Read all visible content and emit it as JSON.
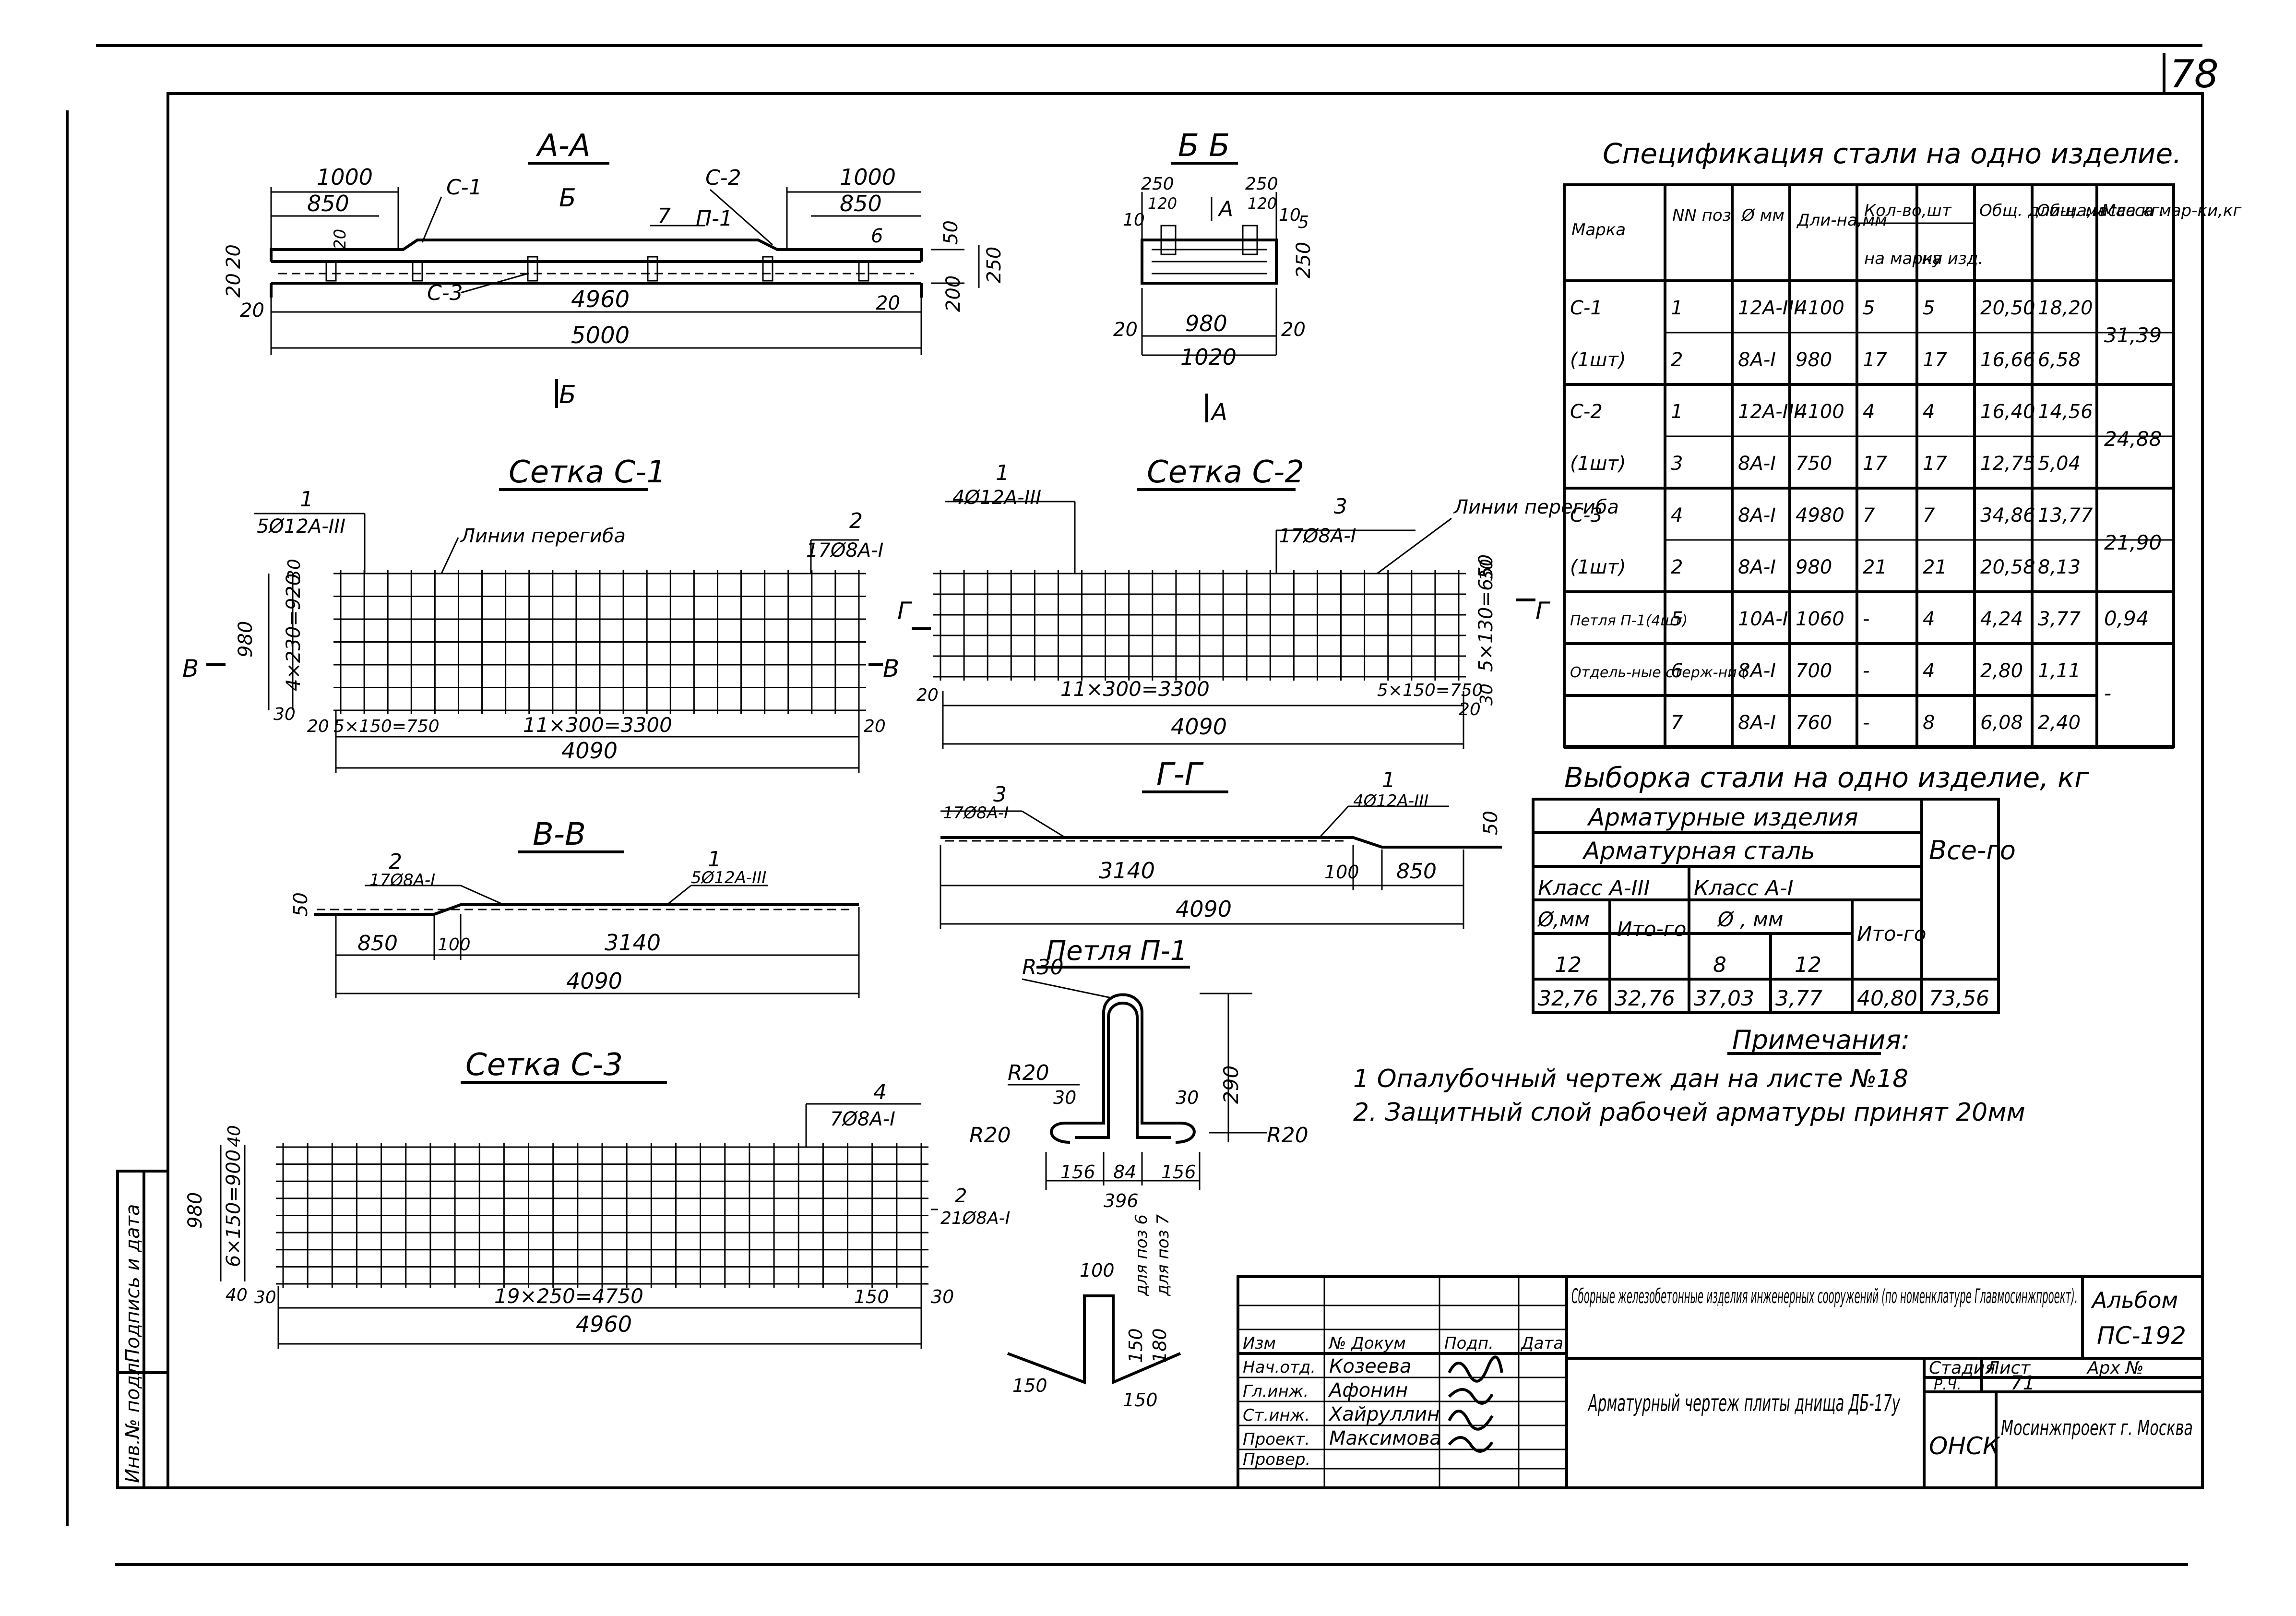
{
  "sheet_number": "78",
  "section_aa": {
    "title": "А-А",
    "dims": [
      "1000",
      "850",
      "1000",
      "850",
      "4960",
      "5000",
      "20",
      "20",
      "20",
      "20",
      "20",
      "50",
      "250",
      "200"
    ],
    "labels": [
      "С-1",
      "С-2",
      "П-1",
      "С-3",
      "Б",
      "Б",
      "7",
      "6"
    ]
  },
  "section_bb": {
    "title": "Б Б",
    "dims": [
      "250",
      "120",
      "250",
      "120",
      "10",
      "10",
      "5",
      "250",
      "980",
      "1020",
      "20",
      "20"
    ],
    "labels": [
      "А",
      "А"
    ]
  },
  "mesh_c1": {
    "title": "Сетка С-1",
    "callouts": [
      "1",
      "5Ø12А-III",
      "2",
      "17Ø8А-I",
      "Линии перегиба"
    ],
    "dims": [
      "30",
      "4×230=920",
      "980",
      "30",
      "20",
      "5×150=750",
      "11×300=3300",
      "20",
      "4090"
    ],
    "cut": "В"
  },
  "mesh_c2": {
    "title": "Сетка С-2",
    "callouts": [
      "1",
      "4Ø12А-III",
      "3",
      "17Ø8А-I",
      "Линии перегиба"
    ],
    "dims": [
      "30",
      "5×130=650",
      "30",
      "20",
      "11×300=3300",
      "5×150=750",
      "20",
      "4090"
    ],
    "cut": "Г"
  },
  "section_vv": {
    "title": "В-В",
    "callouts": [
      "2",
      "17Ø8А-I",
      "1",
      "5Ø12А-III"
    ],
    "dims": [
      "50",
      "850",
      "100",
      "3140",
      "4090"
    ]
  },
  "section_gg": {
    "title": "Г-Г",
    "callouts": [
      "3",
      "17Ø8А-I",
      "1",
      "4Ø12А-III"
    ],
    "dims": [
      "3140",
      "100",
      "850",
      "4090",
      "50"
    ]
  },
  "loop_p1": {
    "title": "Петля П-1",
    "dims": [
      "R30",
      "R20",
      "R20",
      "R20",
      "30",
      "30",
      "290",
      "156",
      "84",
      "156",
      "396",
      "100",
      "150",
      "180",
      "150",
      "150"
    ],
    "notes": [
      "для поз 6",
      "для поз 7"
    ]
  },
  "mesh_c3": {
    "title": "Сетка С-3",
    "callouts": [
      "4",
      "7Ø8А-I",
      "2",
      "21Ø8А-I"
    ],
    "dims": [
      "40",
      "980",
      "6×150=900",
      "40",
      "30",
      "19×250=4750",
      "150",
      "30",
      "4960"
    ]
  },
  "spec": {
    "title": "Спецификация стали на одно изделие.",
    "headers": [
      "Марка",
      "NN поз",
      "Ø мм",
      "Дли-на,мм",
      "Кол-во,шт",
      "на марку",
      "на изд.",
      "Общ. дли-на,м",
      "Общ. масса кг.",
      "Масса мар-ки,кг"
    ],
    "rows": [
      {
        "mark": "С-1",
        "pos": "1",
        "dia": "12А-III",
        "len": "4100",
        "q1": "5",
        "q2": "5",
        "tl": "20,50",
        "tm": "18,20"
      },
      {
        "mark": "(1шт)",
        "pos": "2",
        "dia": "8А-I",
        "len": "980",
        "q1": "17",
        "q2": "17",
        "tl": "16,66",
        "tm": "6,58"
      },
      {
        "mark": "С-2",
        "pos": "1",
        "dia": "12А-III",
        "len": "4100",
        "q1": "4",
        "q2": "4",
        "tl": "16,40",
        "tm": "14,56"
      },
      {
        "mark": "(1шт)",
        "pos": "3",
        "dia": "8А-I",
        "len": "750",
        "q1": "17",
        "q2": "17",
        "tl": "12,75",
        "tm": "5,04"
      },
      {
        "mark": "С-3",
        "pos": "4",
        "dia": "8А-I",
        "len": "4980",
        "q1": "7",
        "q2": "7",
        "tl": "34,86",
        "tm": "13,77"
      },
      {
        "mark": "(1шт)",
        "pos": "2",
        "dia": "8А-I",
        "len": "980",
        "q1": "21",
        "q2": "21",
        "tl": "20,58",
        "tm": "8,13"
      },
      {
        "mark": "Петля П-1(4шт)",
        "pos": "5",
        "dia": "10А-I",
        "len": "1060",
        "q1": "-",
        "q2": "4",
        "tl": "4,24",
        "tm": "3,77"
      },
      {
        "mark": "Отдель-ные стерж-ни (",
        "pos": "6",
        "dia": "8А-I",
        "len": "700",
        "q1": "-",
        "q2": "4",
        "tl": "2,80",
        "tm": "1,11"
      },
      {
        "mark": "",
        "pos": "7",
        "dia": "8А-I",
        "len": "760",
        "q1": "-",
        "q2": "8",
        "tl": "6,08",
        "tm": "2,40"
      }
    ],
    "mass_totals": [
      "31,39",
      "24,88",
      "21,90",
      "0,94",
      "-"
    ]
  },
  "selection": {
    "title": "Выборка стали на одно изделие, кг",
    "h1": "Арматурные изделия",
    "h2": "Арматурная сталь",
    "total_h": "Все-го",
    "class1": "Класс А-III",
    "class2": "Класс А-I",
    "dia_h": "Ø,мм",
    "itogo": "Ито-го",
    "dia_h2": "Ø , мм",
    "d12": "12",
    "d8": "8",
    "d12b": "12",
    "values": [
      "32,76",
      "32,76",
      "37,03",
      "3,77",
      "40,80",
      "73,56"
    ]
  },
  "notes": {
    "title": "Примечания:",
    "items": [
      "1  Опалубочный  чертеж  дан на листе №18",
      "2.  Защитный  слой  рабочей  арматуры  принят 20мм"
    ]
  },
  "title_block": {
    "project": "Сборные железобетонные изделия инженерных сооружений (по номенклатуре Главмосинжпроект).",
    "album_label": "Альбом",
    "album": "ПС-192",
    "stage_h": "Стадия",
    "sheet_h": "Лист",
    "arch_h": "Арх №",
    "stage": "Р.Ч.",
    "sheet": "71",
    "drawing": "Арматурный чертеж плиты днища ДБ-17у",
    "dept": "ОНСК",
    "org": "Мосинжпроект г. Москва",
    "roles": [
      "Изм",
      "Нач.отд.",
      "Гл.инж.",
      "Ст.инж.",
      "Проект.",
      "Провер."
    ],
    "cols": [
      "№ Докум",
      "Подп.",
      "Дата"
    ],
    "names": [
      "Козеева",
      "Афонин",
      "Хайруллин",
      "Максимова"
    ]
  },
  "side_stamp": [
    "Подпись и дата",
    "Инв.№ подл."
  ]
}
